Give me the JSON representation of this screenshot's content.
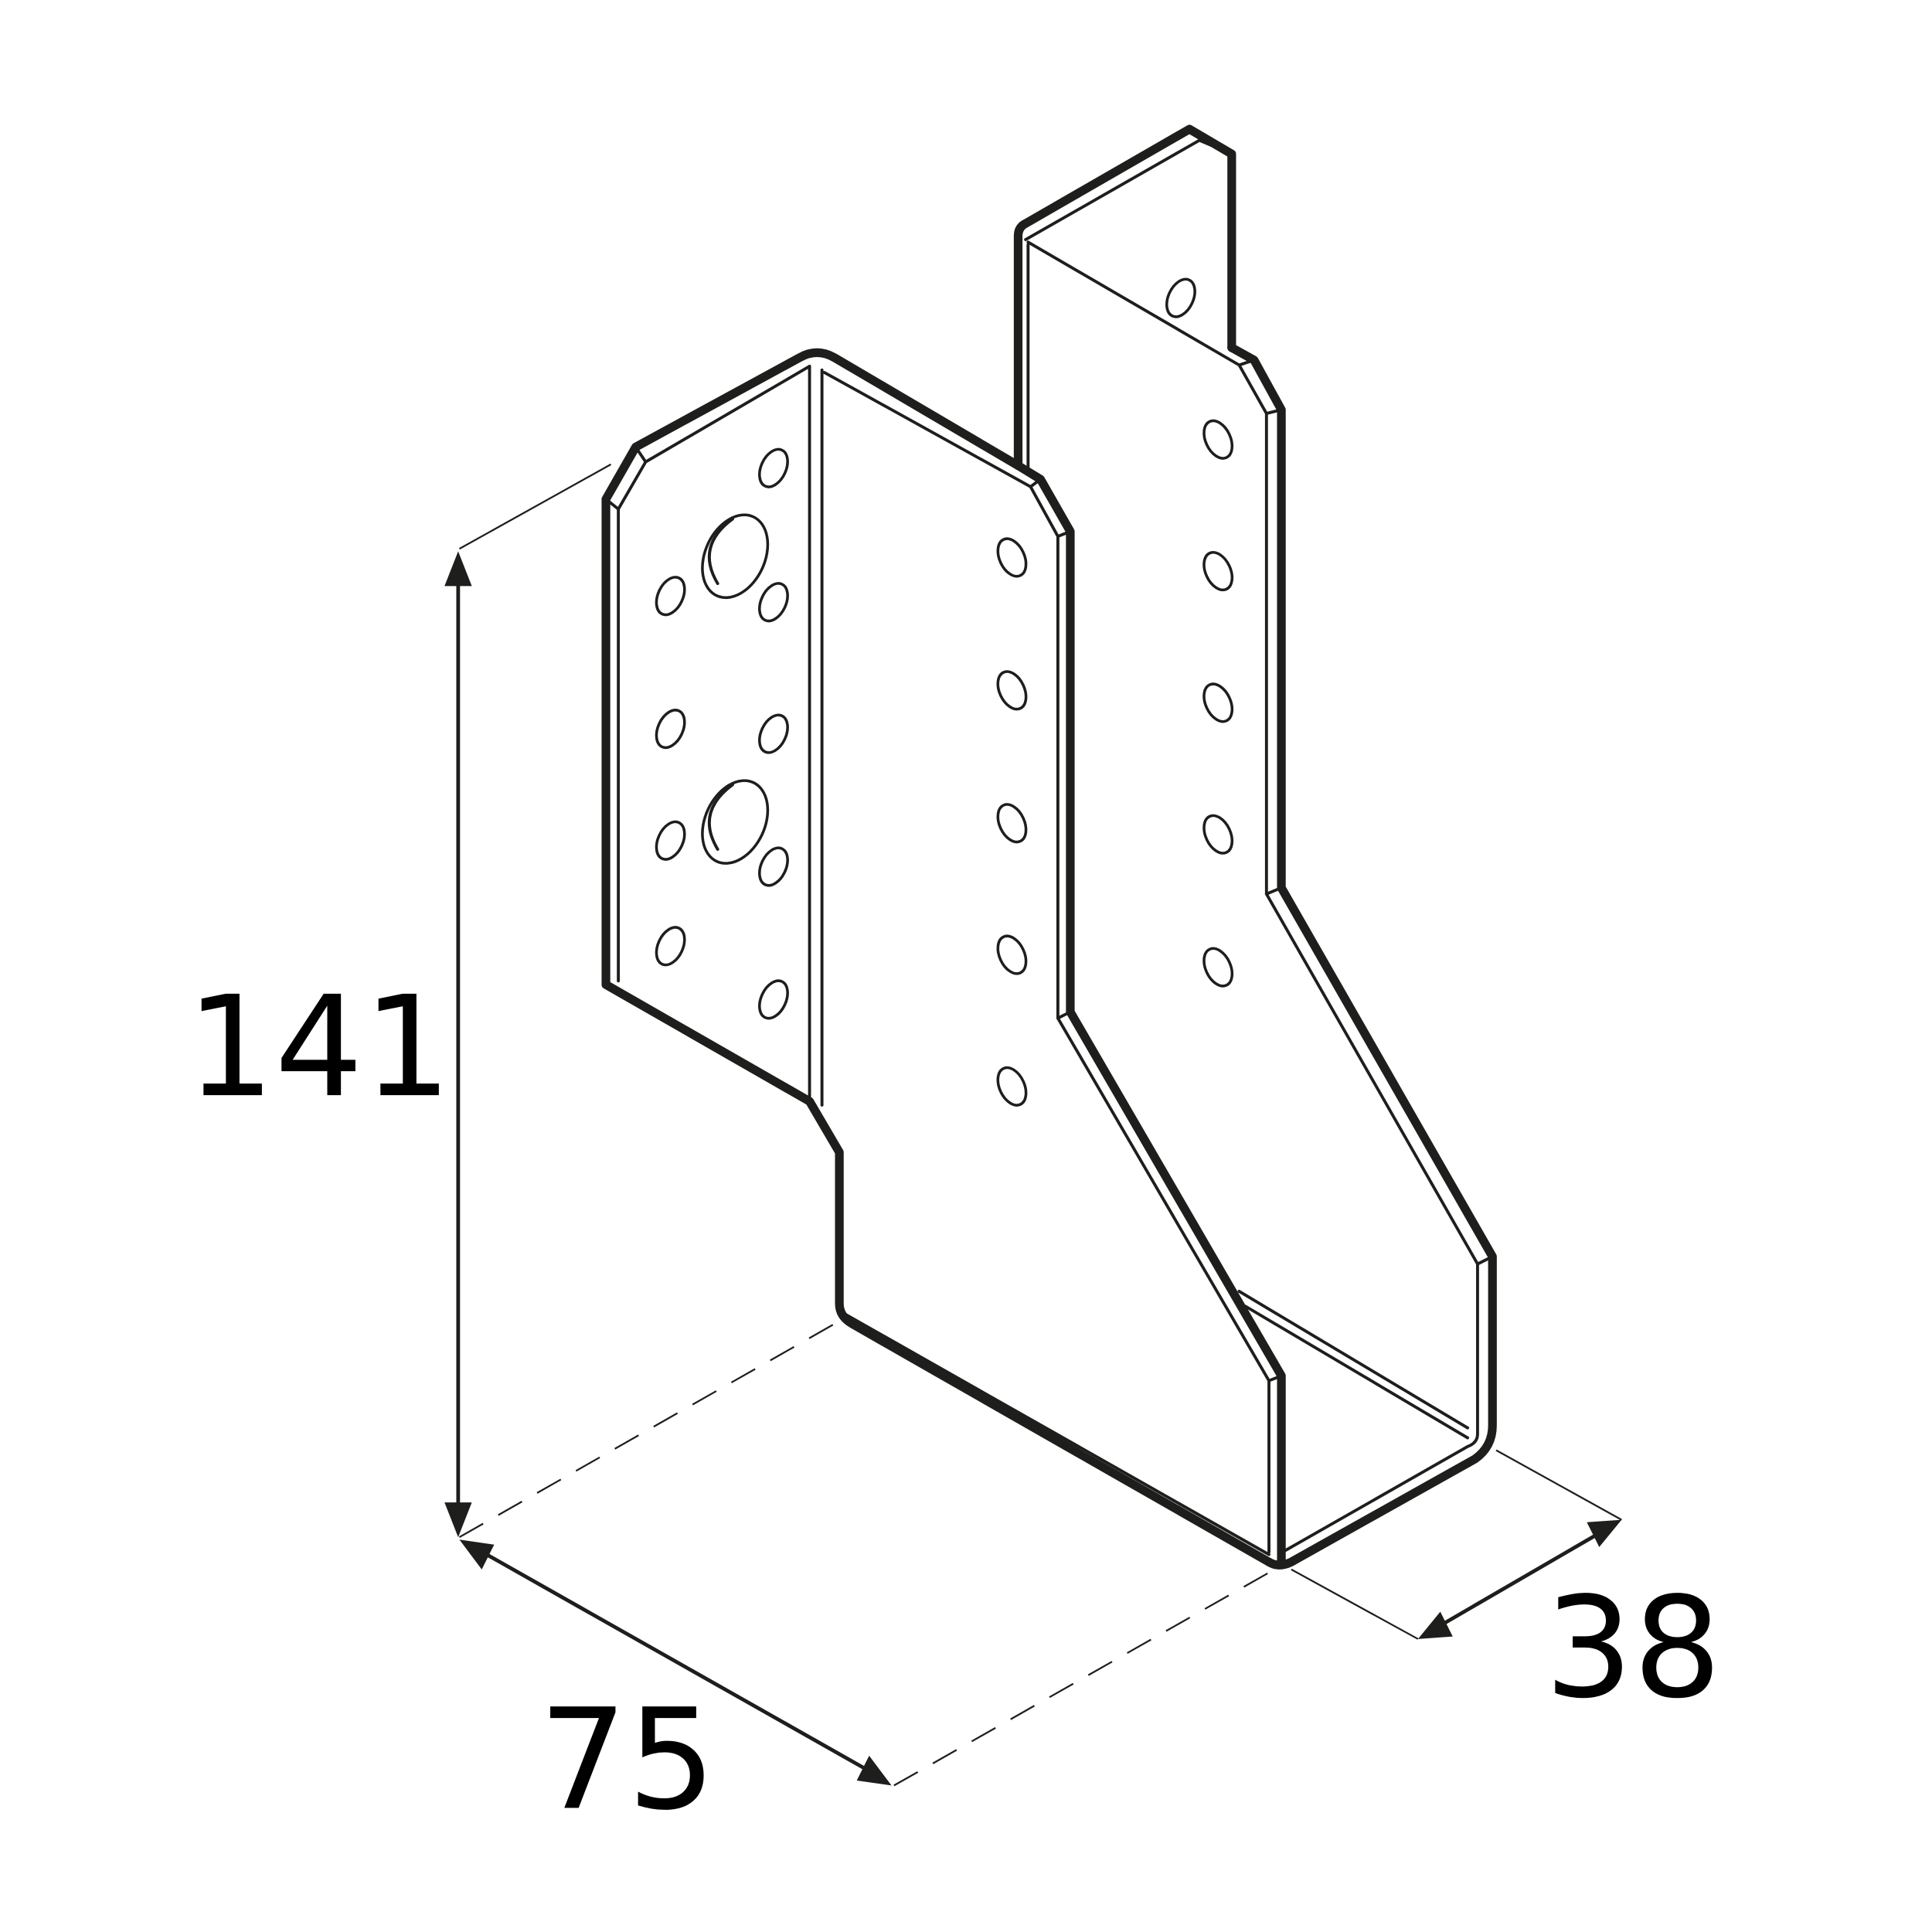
{
  "drawing": {
    "subject": "Joist hanger (sheet metal bracket) isometric technical drawing",
    "line_color": "#1e1e1c",
    "background": "#ffffff"
  },
  "dimensions": {
    "height": {
      "label": "141"
    },
    "width": {
      "label": "75"
    },
    "depth": {
      "label": "38"
    }
  }
}
